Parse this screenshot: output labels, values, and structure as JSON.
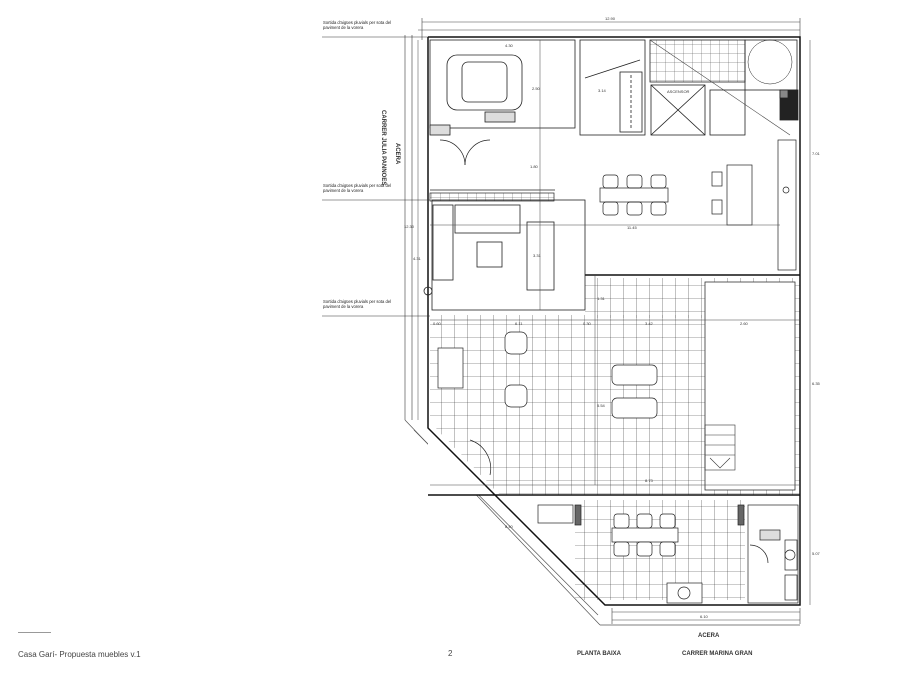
{
  "footer": {
    "document_title": "Casa Garí- Propuesta muebles v.1",
    "page_number": "2",
    "plan_name": "PLANTA BAIXA",
    "street_bottom": "CARRER MARINA GRAN"
  },
  "plan": {
    "street_left": "CARRER JULIA PANNOES",
    "sidewalk_left": "ACERA",
    "sidewalk_bottom": "ACERA",
    "elevator_label": "ASCENSOR",
    "drain_notes": [
      "Sortida d'aigües pluvials per sota del paviment de la vorera",
      "Sortida d'aigües pluvials per sota del paviment de la vorera",
      "Sortida d'aigües pluvials per sota del paviment de la vorera"
    ],
    "dimensions": {
      "total_width": "12.90",
      "garage_width": "4.30",
      "garage_depth": "2.50",
      "stair_depth": "3.14",
      "right_height": "7.01",
      "left_height": "12.30",
      "living_width": "11.45",
      "living_depth": "3.31",
      "terrace_width": "3.42",
      "patio_width": "2.60",
      "terrace_height": "6.35",
      "terrace_mid": "5.54",
      "lower_width": "8.73",
      "lower_height": "5.07",
      "bottom_width": "6.10",
      "diagonal": "8.40",
      "entry": "1.80",
      "left_mid": "4.31",
      "small_a": "0.60",
      "small_b": "6.11",
      "small_c": "1.31",
      "small_d": "0.30"
    }
  }
}
